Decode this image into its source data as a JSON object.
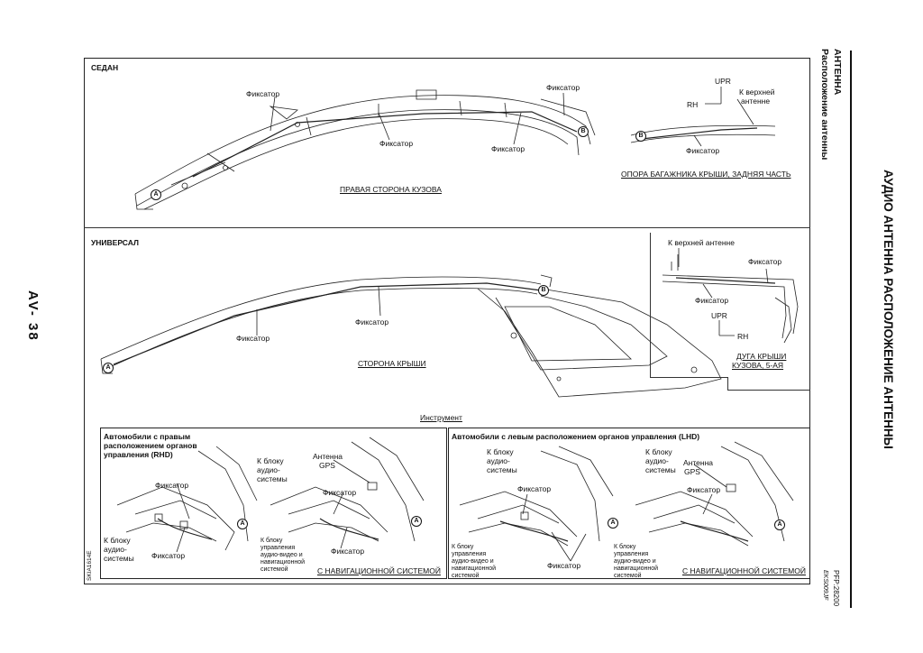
{
  "page_number": "AV- 38",
  "side_title": "АУДИО АНТЕННА РАСПОЛОЖЕНИЕ АНТЕННЫ",
  "header_section": "АНТЕННА",
  "header_subsection": "Расположение антенны",
  "code_top": "PFP:28200",
  "code_bottom": "EKS009JF",
  "image_code": "SKIA1614E",
  "sedan": {
    "title": "СЕДАН",
    "caption_main": "ПРАВАЯ СТОРОНА КУЗОВА",
    "clip1": "Фиксатор",
    "clip2": "Фиксатор",
    "clip3": "Фиксатор",
    "clip4": "Фиксатор",
    "marker_a": "A",
    "marker_b": "B",
    "inset": {
      "upr": "UPR",
      "rh": "RH",
      "to_upper_antenna_1": "К верхней",
      "to_upper_antenna_2": "антенне",
      "clip": "Фиксатор",
      "marker_b": "B",
      "caption": "ОПОРА БАГАЖНИКА КРЫШИ, ЗАДНЯЯ ЧАСТЬ"
    }
  },
  "wagon": {
    "title": "УНИВЕРСАЛ",
    "caption_main": "СТОРОНА КРЫШИ",
    "clip1": "Фиксатор",
    "clip2": "Фиксатор",
    "marker_a": "A",
    "marker_b": "B",
    "inset": {
      "to_upper_antenna": "К верхней антенне",
      "clip1": "Фиксатор",
      "clip2": "Фиксатор",
      "upr": "UPR",
      "rh": "RH",
      "caption_1": "ДУГА КРЫШИ",
      "caption_2": "КУЗОВА, 5-АЯ"
    }
  },
  "instrument": {
    "title": "Инструмент",
    "rhd": {
      "title_1": "Автомобили с правым",
      "title_2": "расположением органов",
      "title_3": "управления (RHD)",
      "clip1": "Фиксатор",
      "clip2": "Фиксатор",
      "clip3": "Фиксатор",
      "clip4": "Фиксатор",
      "to_audio_1": "К блоку",
      "to_audio_2": "аудио-",
      "to_audio_3": "системы",
      "to_audio_b_1": "К блоку",
      "to_audio_b_2": "аудио-",
      "to_audio_b_3": "системы",
      "gps_1": "Антенна",
      "gps_2": "GPS",
      "av_1": "К блоку",
      "av_2": "управления",
      "av_3": "аудио-видео и",
      "av_4": "навигационной",
      "av_5": "системой",
      "nav_caption": "С НАВИГАЦИОННОЙ СИСТЕМОЙ",
      "marker_a1": "A",
      "marker_a2": "A"
    },
    "lhd": {
      "title": "Автомобили с левым расположением органов управления (LHD)",
      "to_audio_1": "К блоку",
      "to_audio_2": "аудио-",
      "to_audio_3": "системы",
      "to_audio_b_1": "К блоку",
      "to_audio_b_2": "аудио-",
      "to_audio_b_3": "системы",
      "gps_1": "Антенна",
      "gps_2": "GPS",
      "clip1": "Фиксатор",
      "clip2": "Фиксатор",
      "clip3": "Фиксатор",
      "av_1": "К блоку",
      "av_2": "управления",
      "av_3": "аудио-видео и",
      "av_4": "навигационной",
      "av_5": "системой",
      "av_b_1": "К блоку",
      "av_b_2": "управления",
      "av_b_3": "аудио-видео и",
      "av_b_4": "навигационной",
      "av_b_5": "системой",
      "nav_caption": "С НАВИГАЦИОННОЙ СИСТЕМОЙ",
      "marker_a1": "A",
      "marker_a2": "A"
    }
  }
}
